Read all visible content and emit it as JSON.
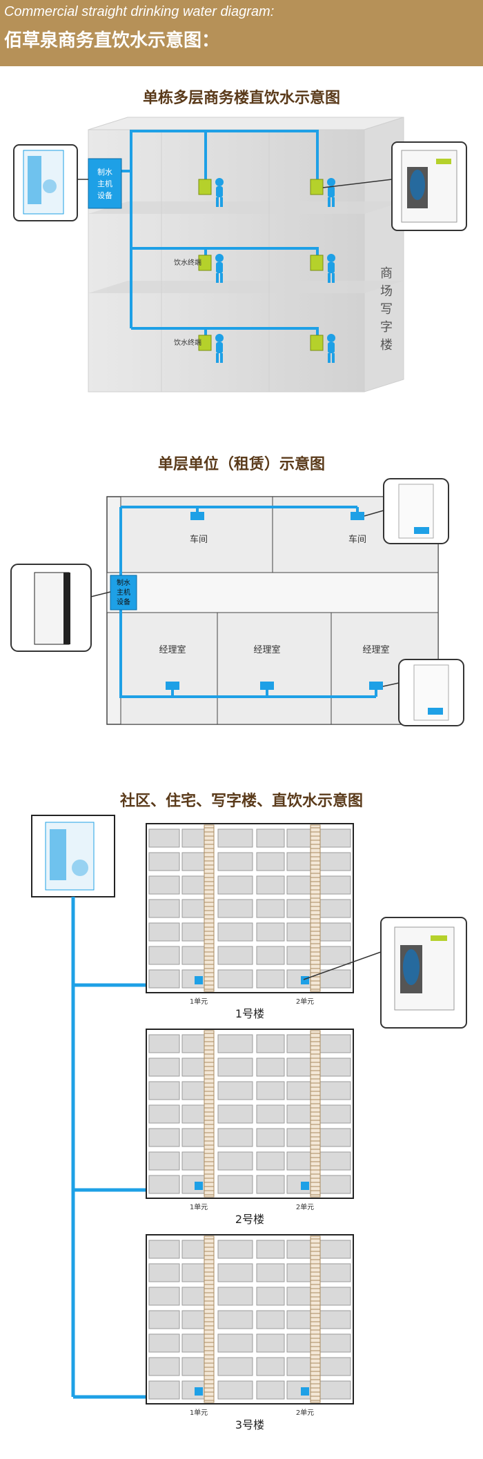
{
  "header": {
    "title_en": "Commercial straight drinking water diagram:",
    "title_cn": "佰草泉商务直饮水示意图："
  },
  "section1": {
    "title": "单栋多层商务楼直饮水示意图",
    "equipment_label": [
      "制水",
      "主机",
      "设备"
    ],
    "terminal_label": "饮水终端",
    "building_label": [
      "商",
      "场",
      "写",
      "字",
      "楼"
    ]
  },
  "section2": {
    "title": "单层单位（租赁）示意图",
    "equipment_label": [
      "制水",
      "主机",
      "设备"
    ],
    "rooms": [
      "车间",
      "车间",
      "经理室",
      "经理室",
      "经理室"
    ]
  },
  "section3": {
    "title": "社区、住宅、写字楼、直饮水示意图",
    "buildings": [
      {
        "name": "1号楼",
        "units": [
          "1单元",
          "2单元"
        ]
      },
      {
        "name": "2号楼",
        "units": [
          "1单元",
          "2单元"
        ]
      },
      {
        "name": "3号楼",
        "units": [
          "1单元",
          "2单元"
        ]
      }
    ]
  },
  "colors": {
    "header_bg": "#b69158",
    "pipe": "#1ea0e6",
    "terminal_green": "#b5d12b",
    "title_brown": "#5a3a1a"
  }
}
